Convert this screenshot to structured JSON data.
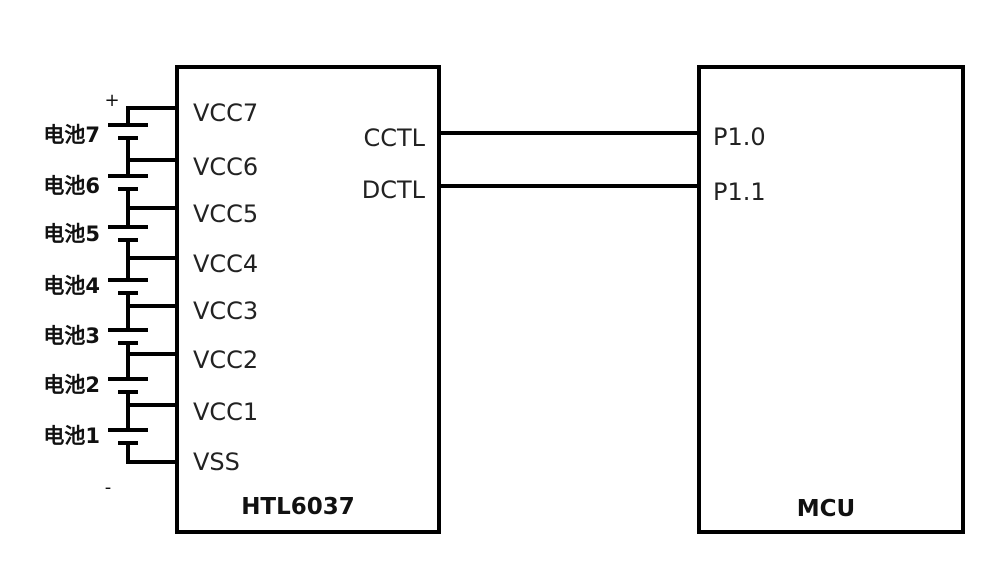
{
  "htl6037": {
    "name": "HTL6037",
    "left_pins": [
      "VCC7",
      "VCC6",
      "VCC5",
      "VCC4",
      "VCC3",
      "VCC2",
      "VCC1",
      "VSS"
    ],
    "right_pins": [
      "CCTL",
      "DCTL"
    ]
  },
  "mcu": {
    "name": "MCU",
    "pins": [
      "P1.0",
      "P1.1"
    ]
  },
  "batteries": [
    "电池7",
    "电池6",
    "电池5",
    "电池4",
    "电池3",
    "电池2",
    "电池1"
  ],
  "polarity": {
    "plus": "+",
    "minus": "-"
  }
}
